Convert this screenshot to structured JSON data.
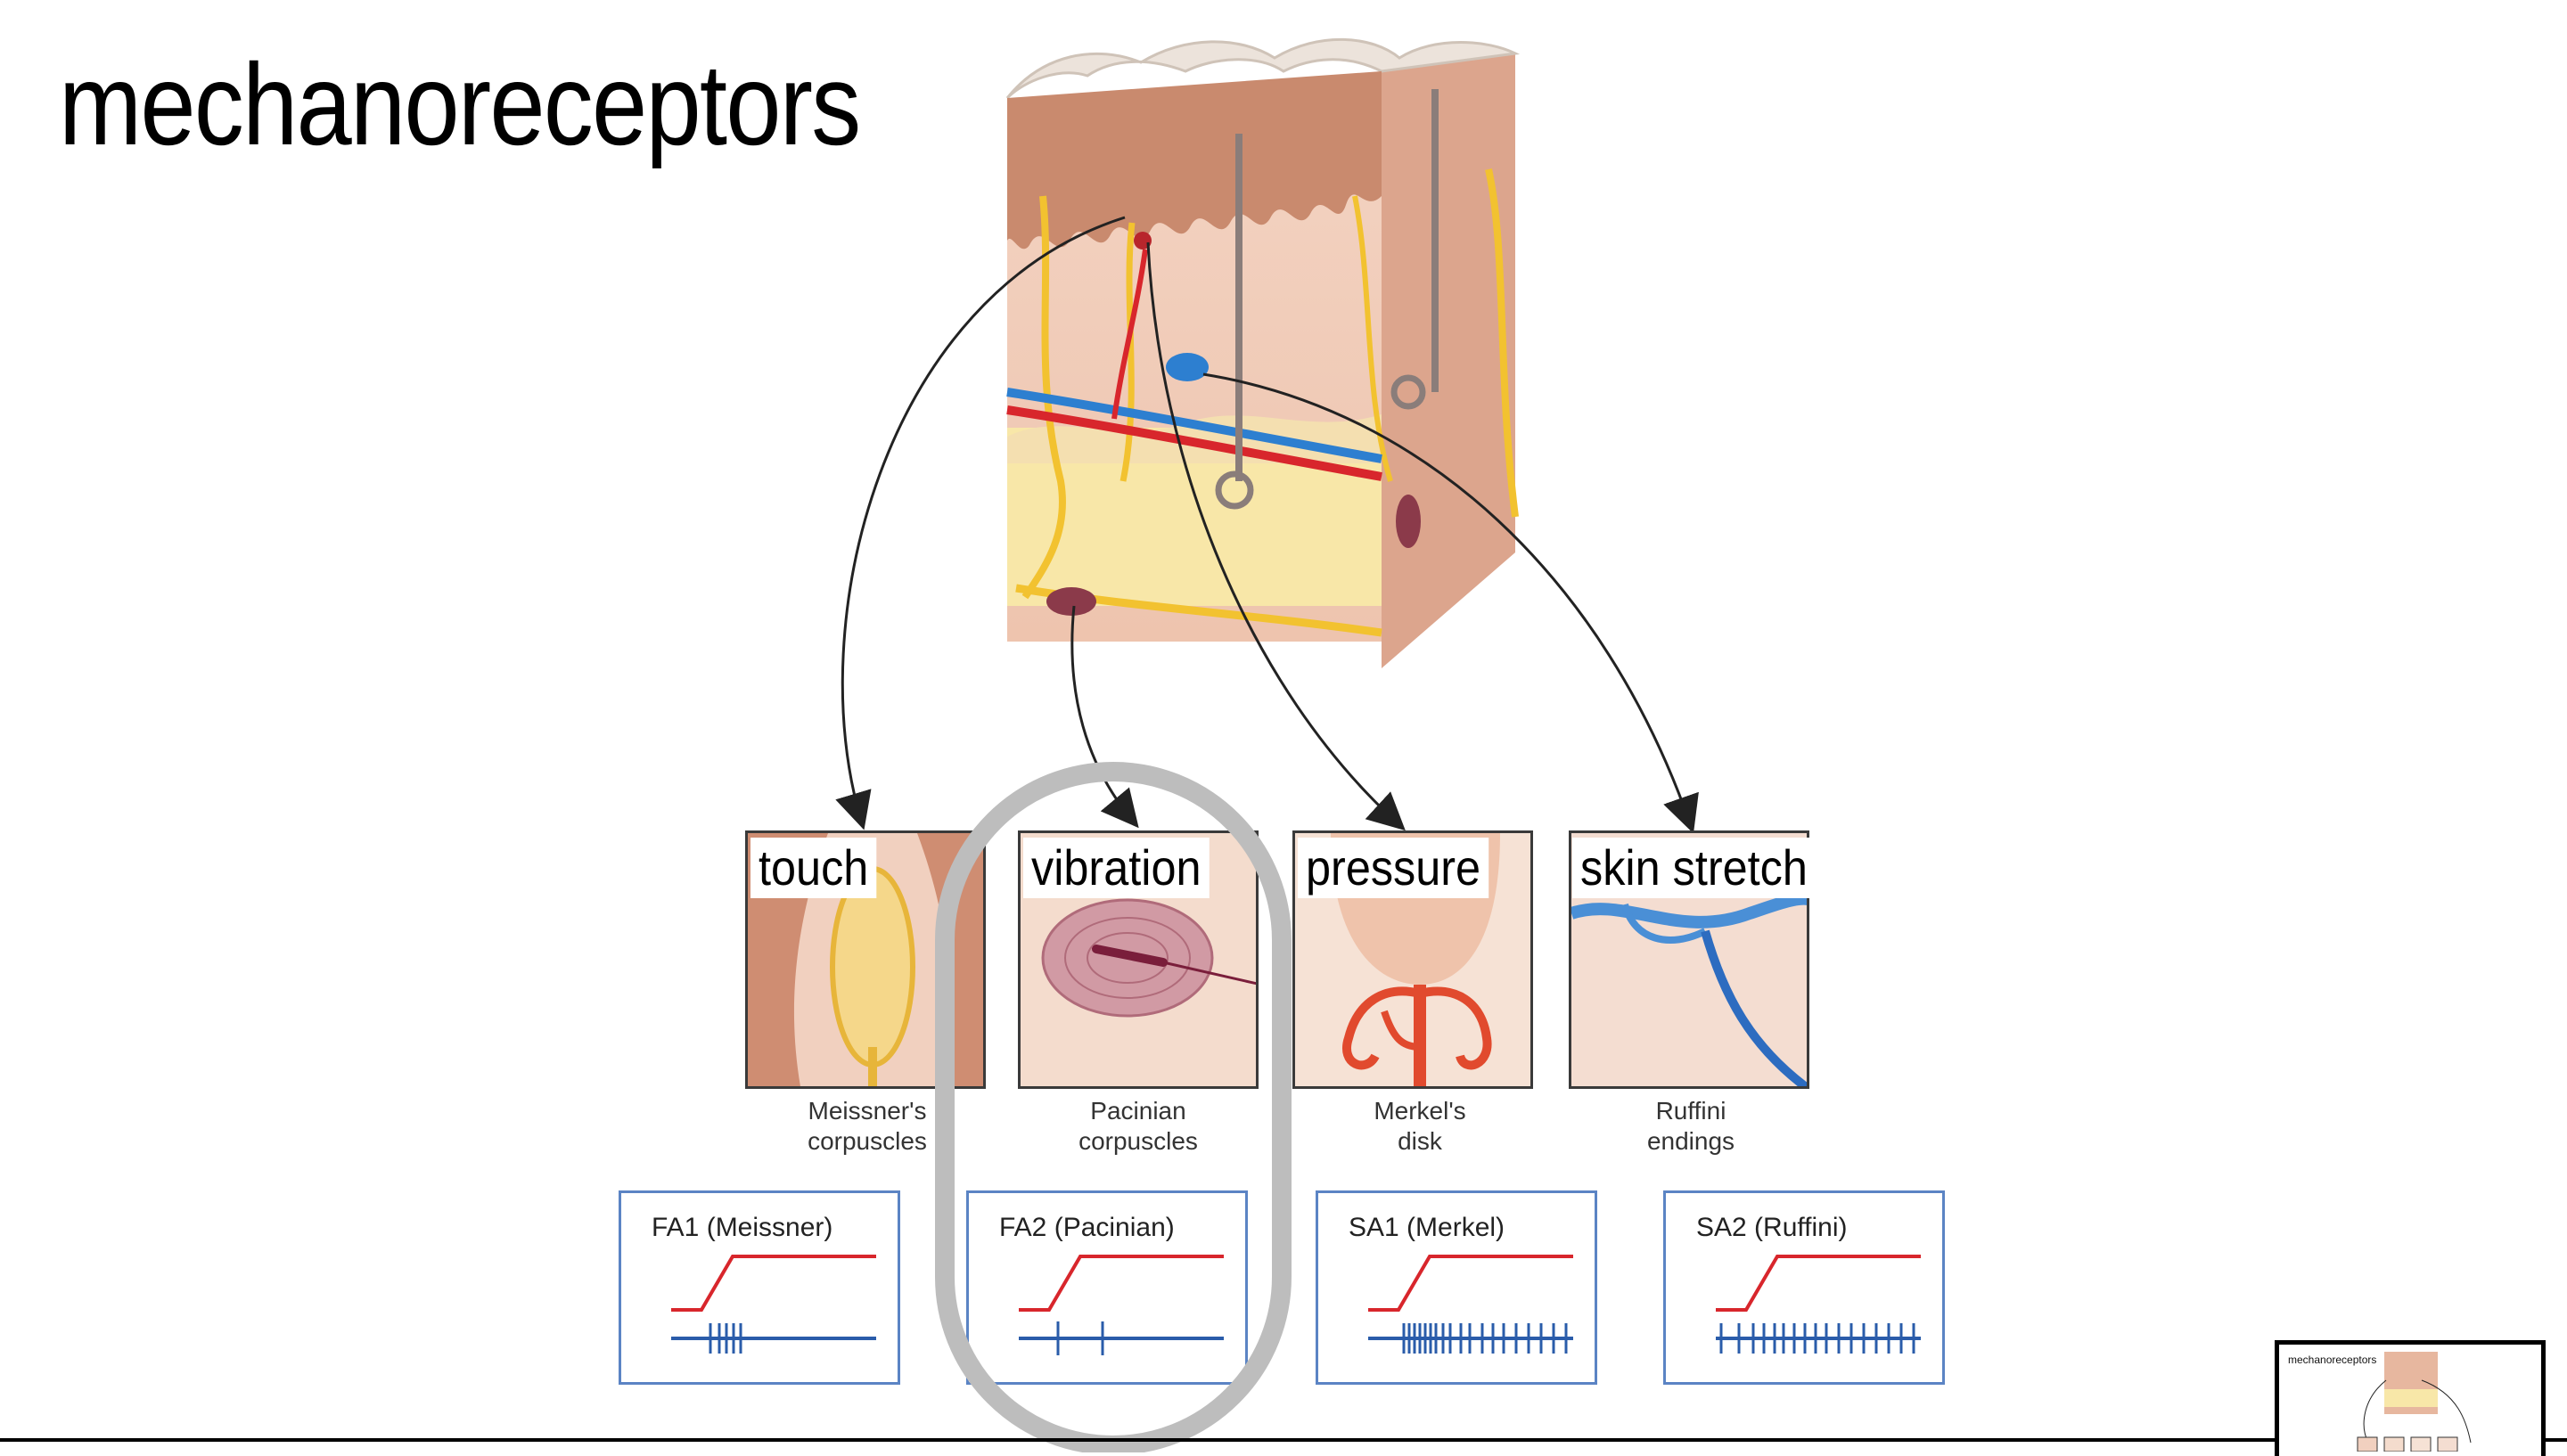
{
  "slide": {
    "title": "mechanoreceptors"
  },
  "receptors": [
    {
      "label": "touch",
      "caption_line1": "Meissner's",
      "caption_line2": "corpuscles",
      "response_title": "FA1 (Meissner)"
    },
    {
      "label": "vibration",
      "caption_line1": "Pacinian",
      "caption_line2": "corpuscles",
      "response_title": "FA2 (Pacinian)"
    },
    {
      "label": "pressure",
      "caption_line1": "Merkel's",
      "caption_line2": "disk",
      "response_title": "SA1 (Merkel)"
    },
    {
      "label": "skin stretch",
      "caption_line1": "Ruffini",
      "caption_line2": "endings",
      "response_title": "SA2 (Ruffini)"
    }
  ],
  "thumbnail": {
    "title": "mechanoreceptors"
  },
  "colors": {
    "stimulus": "#d8262c",
    "spikes": "#2a5caa",
    "box_border": "#5b84c4",
    "highlight": "#bdbdbd",
    "nerve": "#f2c230",
    "skin": "#e9b7a0"
  }
}
